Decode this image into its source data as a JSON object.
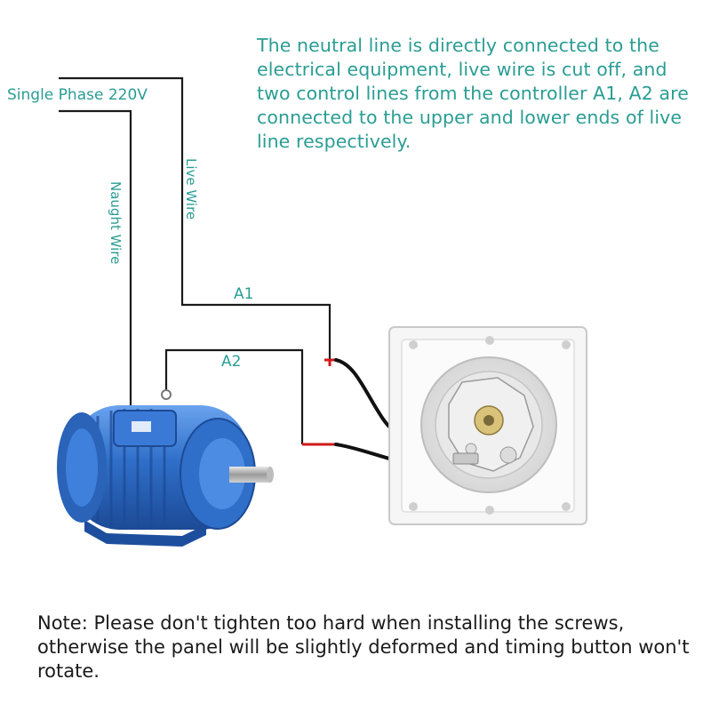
{
  "description": "The neutral line is directly connected to the electrical equipment,  live wire is cut off, and two control lines from the controller A1, A2 are connected to the upper and lower ends of live line respectively.",
  "labels": {
    "supply": "Single Phase 220V",
    "neutral_wire": "Naught Wire",
    "live_wire": "Live Wire",
    "a1": "A1",
    "a2": "A2"
  },
  "note": "Note: Please don't tighten too hard when installing the screws, otherwise the panel will be slightly deformed and timing button won't rotate.",
  "colors": {
    "text_accent": "#2a9d93",
    "wire": "#1a1a1a",
    "wire_tip": "#d11a1a",
    "motor": "#2f6fc9"
  },
  "icons": [
    "motor-icon",
    "timer-switch-icon"
  ]
}
